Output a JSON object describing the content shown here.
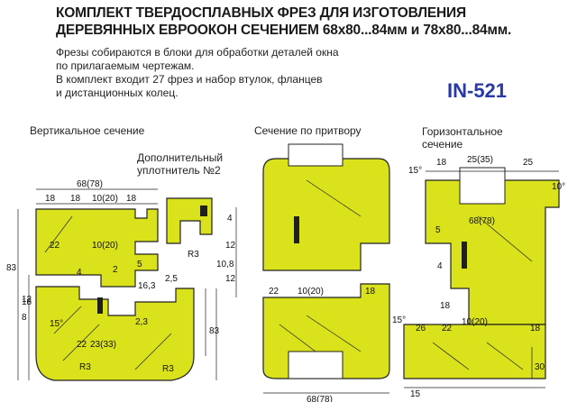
{
  "title_line1": "КОМПЛЕКТ ТВЕРДОСПЛАВНЫХ ФРЕЗ ДЛЯ ИЗГОТОВЛЕНИЯ",
  "title_line2": "ДЕРЕВЯННЫХ ЕВРООКОН СЕЧЕНИЕМ 68х80...84мм и 78х80...84мм.",
  "desc_line1": "Фрезы собираются в блоки для обработки деталей окна",
  "desc_line2": "по прилагаемым чертежам.",
  "desc_line3": "В комплект входит 27 фрез и набор втулок, фланцев",
  "desc_line4": "и дистанционных колец.",
  "product_code": "IN-521",
  "captions": {
    "vertical": "Вертикальное сечение",
    "seal_line1": "Дополнительный",
    "seal_line2": "уплотнитель №2",
    "meeting": "Сечение по притвору",
    "horizontal_line1": "Горизонтальное",
    "horizontal_line2": "сечение"
  },
  "dims": {
    "d68_78": "68(78)",
    "d18": "18",
    "d10_20": "10(20)",
    "d22": "22",
    "d83": "83",
    "d12": "12",
    "d8": "8",
    "d4": "4",
    "d2": "2",
    "d5": "5",
    "d16_3": "16,3",
    "d2_5": "2,5",
    "d2_3": "2,3",
    "d23_33": "23(33)",
    "d15deg": "15°",
    "dR3": "R3",
    "d25_35": "25(35)",
    "d25": "25",
    "d10deg": "10°",
    "d10_8": "10,8",
    "d26": "26",
    "d15": "15",
    "d30": "30"
  },
  "colors": {
    "wood": "#d9e21a",
    "outline": "#222222",
    "code": "#2a39a8"
  }
}
